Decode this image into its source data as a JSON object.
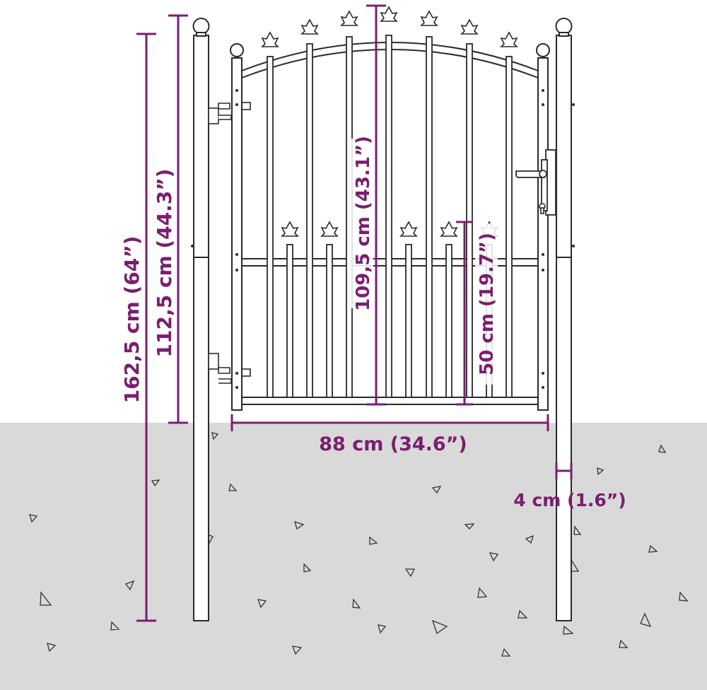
{
  "colors": {
    "dimension": "#7a1e6f",
    "outline": "#2a2a2a",
    "ground": "#d9d9d9",
    "background": "#ffffff"
  },
  "dimensions": {
    "total_height": "162,5 cm (64”)",
    "post_above_ground": "112,5 cm (44.3”)",
    "gate_height": "109,5 cm (43.1”)",
    "lower_section": "50 cm (19.7”)",
    "gate_width": "88 cm (34.6”)",
    "post_width": "4 cm (1.6”)"
  }
}
